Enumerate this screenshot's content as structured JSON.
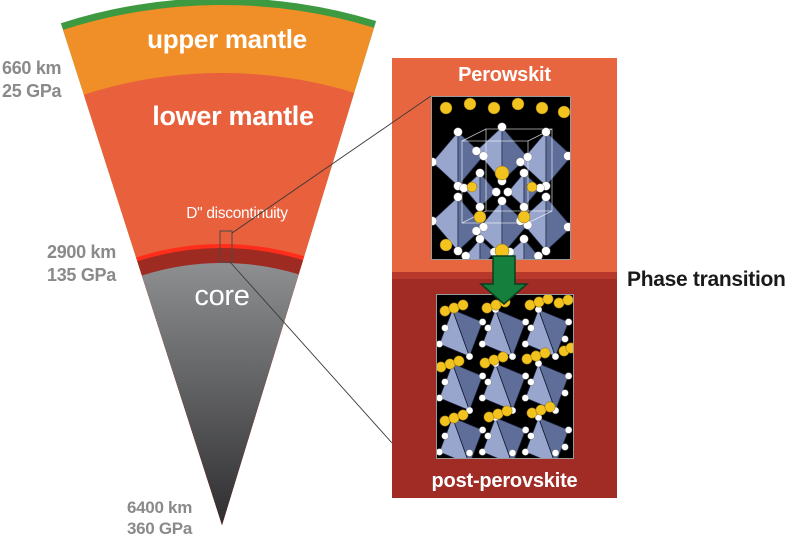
{
  "figure": {
    "description": "Earth interior wedge cross-section showing the perovskite to post-perovskite phase transition at the D\" discontinuity"
  },
  "wedge": {
    "labels": {
      "upper_mantle": "upper mantle",
      "lower_mantle": "lower mantle",
      "discontinuity": "D\" discontinuity",
      "core": "core"
    },
    "colors": {
      "crust_green": "#3E9A40",
      "upper_mantle": "#F08E28",
      "lower_mantle": "#E8603C",
      "discontinuity_line": "#FF2D1A",
      "d_layer_band": "#9E2B22",
      "core_top": "#8E8F91",
      "core_bottom": "#2E2E30"
    }
  },
  "depth_markers": [
    {
      "depth": "660 km",
      "pressure": "25 GPa"
    },
    {
      "depth": "2900 km",
      "pressure": "135 GPa"
    },
    {
      "depth": "6400 km",
      "pressure": "360 GPa"
    }
  ],
  "panel": {
    "top_title": "Perowskit",
    "bottom_title": "post-perovskite",
    "colors": {
      "top_bg": "#E8663F",
      "divider": "#B8392B",
      "bottom_bg": "#A02C25",
      "arrow_green": "#15803D",
      "octahedra_light": "#98A6CE",
      "octahedra_dark": "#5E6E99",
      "atom_white": "#FFFFFF",
      "atom_yellow": "#F2C21E"
    }
  },
  "annotations": {
    "phase_transition": "Phase transition"
  },
  "muted_text_color": "#8A8A8C"
}
